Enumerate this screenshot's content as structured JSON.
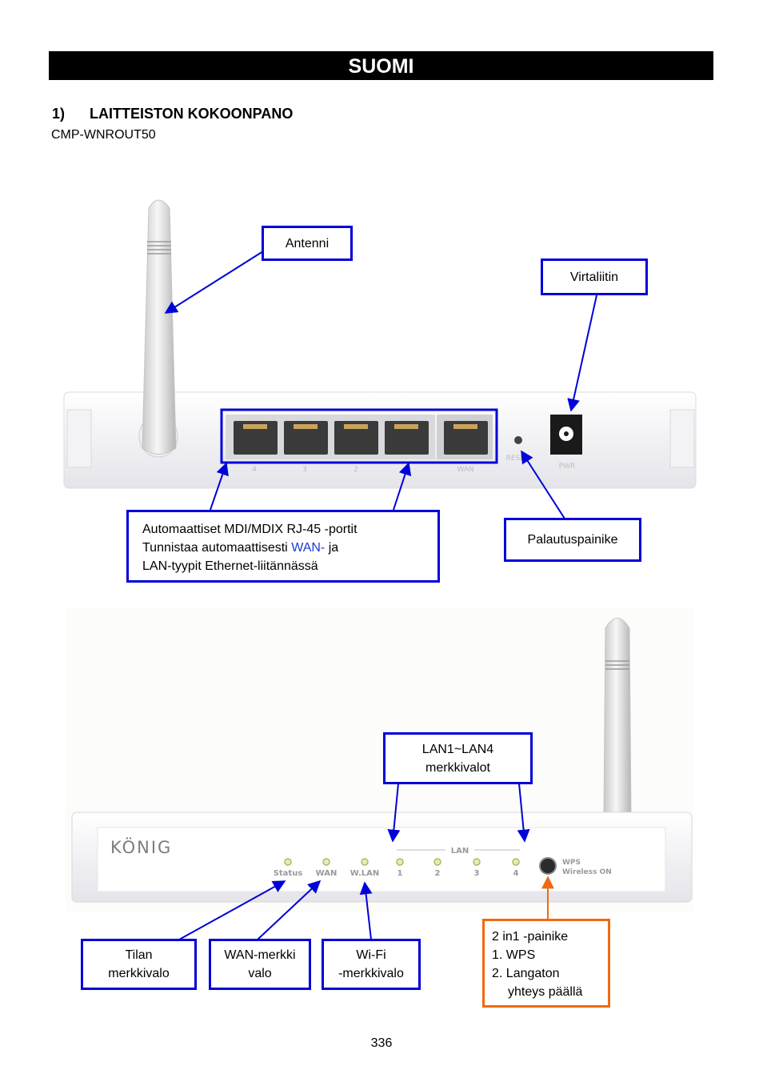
{
  "header": {
    "language_banner": "SUOMI"
  },
  "section": {
    "number": "1)",
    "title": "LAITTEISTON KOKOONPANO",
    "model": "CMP-WNROUT50"
  },
  "rear_view": {
    "callouts": {
      "antenna": "Antenni",
      "power_connector": "Virtaliitin",
      "reset_button": "Palautuspainike",
      "ports_line1": "Automaattiset MDI/MDIX RJ-45 -portit",
      "ports_line2_pre": "Tunnistaa automaattisesti",
      "ports_line2_wan": "WAN-",
      "ports_line2_post": "ja",
      "ports_line3": "LAN-tyypit Ethernet-liitännässä"
    },
    "port_labels": [
      "4",
      "3",
      "2",
      "1",
      "WAN"
    ],
    "reset_label": "RESET",
    "power_label": "PWR"
  },
  "front_view": {
    "brand": "KÖNIG",
    "led_labels": [
      "Status",
      "WAN",
      "W.LAN",
      "1",
      "2",
      "3",
      "4"
    ],
    "lan_group_label": "LAN",
    "wps_label_line1": "WPS",
    "wps_label_line2": "Wireless ON",
    "callouts": {
      "lan_leds_line1": "LAN1~LAN4",
      "lan_leds_line2": "merkkivalot",
      "status_line1": "Tilan",
      "status_line2": "merkkivalo",
      "wan_line1": "WAN-merkki",
      "wan_line2": "valo",
      "wifi_line1": "Wi-Fi",
      "wifi_line2": "-merkkivalo",
      "button_line1": "2 in1 -painike",
      "button_line2": "1. WPS",
      "button_line3": "2. Langaton",
      "button_line4": "yhteys päällä"
    }
  },
  "colors": {
    "callout_border": "#0000d8",
    "highlight_border": "#f06a12",
    "wan_text": "#1a3ad6"
  },
  "footer": {
    "page_number": "336"
  }
}
